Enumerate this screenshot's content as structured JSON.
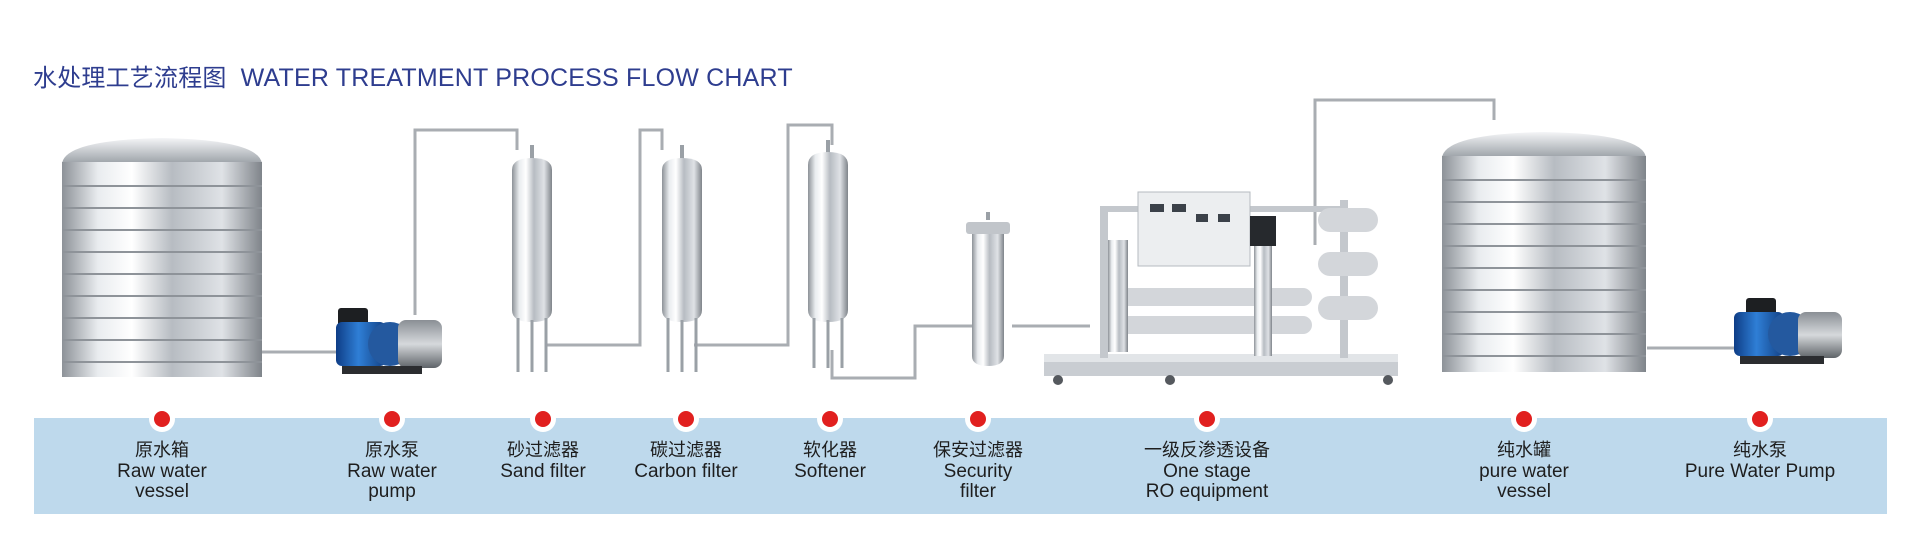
{
  "title": {
    "cn": "水处理工艺流程图",
    "en": "WATER TREATMENT PROCESS FLOW CHART"
  },
  "colors": {
    "title": "#2e3d8f",
    "band": "#bed9ec",
    "marker": "#e1201f",
    "steel": "#c9cdd2",
    "pump_blue": "#1f5fb0"
  },
  "steps": [
    {
      "cn": "原水箱",
      "en": [
        "Raw water",
        "vessel"
      ],
      "icon": "storage-tank-icon"
    },
    {
      "cn": "原水泵",
      "en": [
        "Raw water",
        "pump"
      ],
      "icon": "pump-icon"
    },
    {
      "cn": "砂过滤器",
      "en": [
        "Sand filter"
      ],
      "icon": "filter-vessel-icon"
    },
    {
      "cn": "碳过滤器",
      "en": [
        "Carbon filter"
      ],
      "icon": "filter-vessel-icon"
    },
    {
      "cn": "软化器",
      "en": [
        "Softener"
      ],
      "icon": "filter-vessel-icon"
    },
    {
      "cn": "保安过滤器",
      "en": [
        "Security",
        "filter"
      ],
      "icon": "cartridge-filter-icon"
    },
    {
      "cn": "一级反渗透设备",
      "en": [
        "One stage",
        "RO equipment"
      ],
      "icon": "ro-skid-icon"
    },
    {
      "cn": "纯水罐",
      "en": [
        "pure water",
        "vessel"
      ],
      "icon": "storage-tank-icon"
    },
    {
      "cn": "纯水泵",
      "en": [
        "Pure Water Pump"
      ],
      "icon": "pump-icon"
    }
  ]
}
